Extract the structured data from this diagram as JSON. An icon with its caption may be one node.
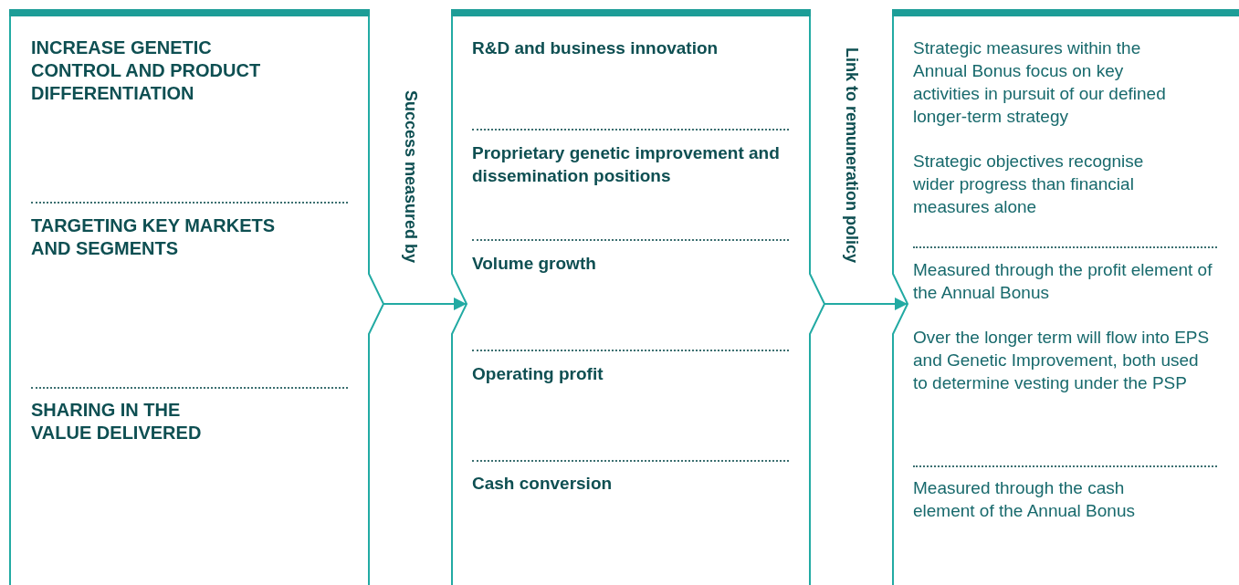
{
  "diagram": {
    "nodes": [
      {
        "text": [],
        "shape": "box"
      },
      {
        "text": [
          "INCREASE GENETIC CONTROL AND PRODUCT DIFFERENTIATION"
        ],
        "in": 0
      },
      {
        "text": [
          "TARGETING KEY MARKETS AND SEGMENTS"
        ],
        "in": 0
      },
      {
        "text": [
          "SHARING IN THE VALUE DELIVERED"
        ],
        "in": 0
      },
      {
        "text": [],
        "shape": "box"
      },
      {
        "text": [
          "R&D and business innovation"
        ],
        "in": 4
      },
      {
        "text": [
          "Proprietary genetic improvement and dissemination positions"
        ],
        "in": 4
      },
      {
        "text": [
          "Volume growth"
        ],
        "in": 4
      },
      {
        "text": [
          "Operating profit"
        ],
        "in": 4
      },
      {
        "text": [
          "Cash conversion"
        ],
        "in": 4
      },
      {
        "text": [],
        "shape": "box"
      },
      {
        "text": [
          "Strategic measures within the Annual Bonus focus on key activities in pursuit of our defined longer-term strategy",
          "Strategic objectives recognise wider progress than financial measures alone"
        ],
        "in": 10
      },
      {
        "text": [
          "Measured through the profit element of the Annual Bonus",
          "Over the longer term will flow into EPS and Genetic Improvement, both used to determine vesting under the PSP"
        ],
        "in": 10
      },
      {
        "text": [
          "Measured through the cash element of the Annual Bonus"
        ],
        "in": 10
      }
    ],
    "edges": [
      {
        "from": 0,
        "to": 4,
        "arrow": "to",
        "label": "Success measured by"
      },
      {
        "from": 4,
        "to": 10,
        "arrow": "to",
        "label": "Link to remuneration policy"
      }
    ]
  }
}
